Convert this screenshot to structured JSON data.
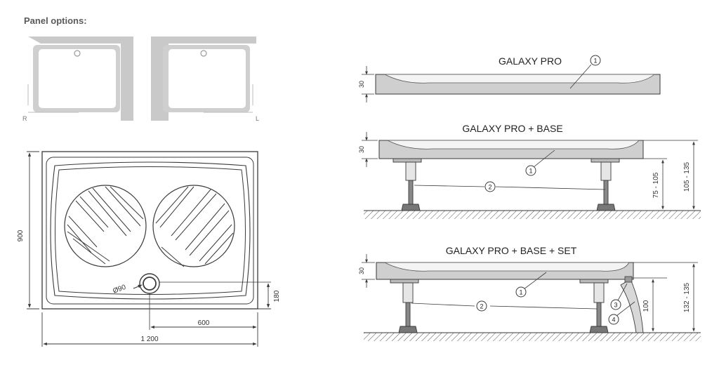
{
  "panel_options": {
    "title": "Panel options:",
    "left_label": "R",
    "right_label": "L"
  },
  "plan_view": {
    "width_dim": "1 200",
    "height_dim": "900",
    "drain_diameter": "Ø90",
    "drain_offset_x": "600",
    "drain_offset_y": "180"
  },
  "sections": [
    {
      "title": "GALAXY PRO",
      "thickness": "30",
      "callouts": [
        "1"
      ]
    },
    {
      "title": "GALAXY PRO + BASE",
      "thickness": "30",
      "leg_range": "75 - 105",
      "total_range": "105 - 135",
      "callouts": [
        "1",
        "2"
      ]
    },
    {
      "title": "GALAXY PRO + BASE + SET",
      "thickness": "30",
      "panel_height": "100",
      "total_range": "132 - 135",
      "callouts": [
        "1",
        "2",
        "3",
        "4"
      ]
    }
  ],
  "colors": {
    "line": "#3a3a3a",
    "tray_fill": "#dcdcdc",
    "tray_dark": "#bdbdbd",
    "panel_grey": "#c8c8c8"
  }
}
